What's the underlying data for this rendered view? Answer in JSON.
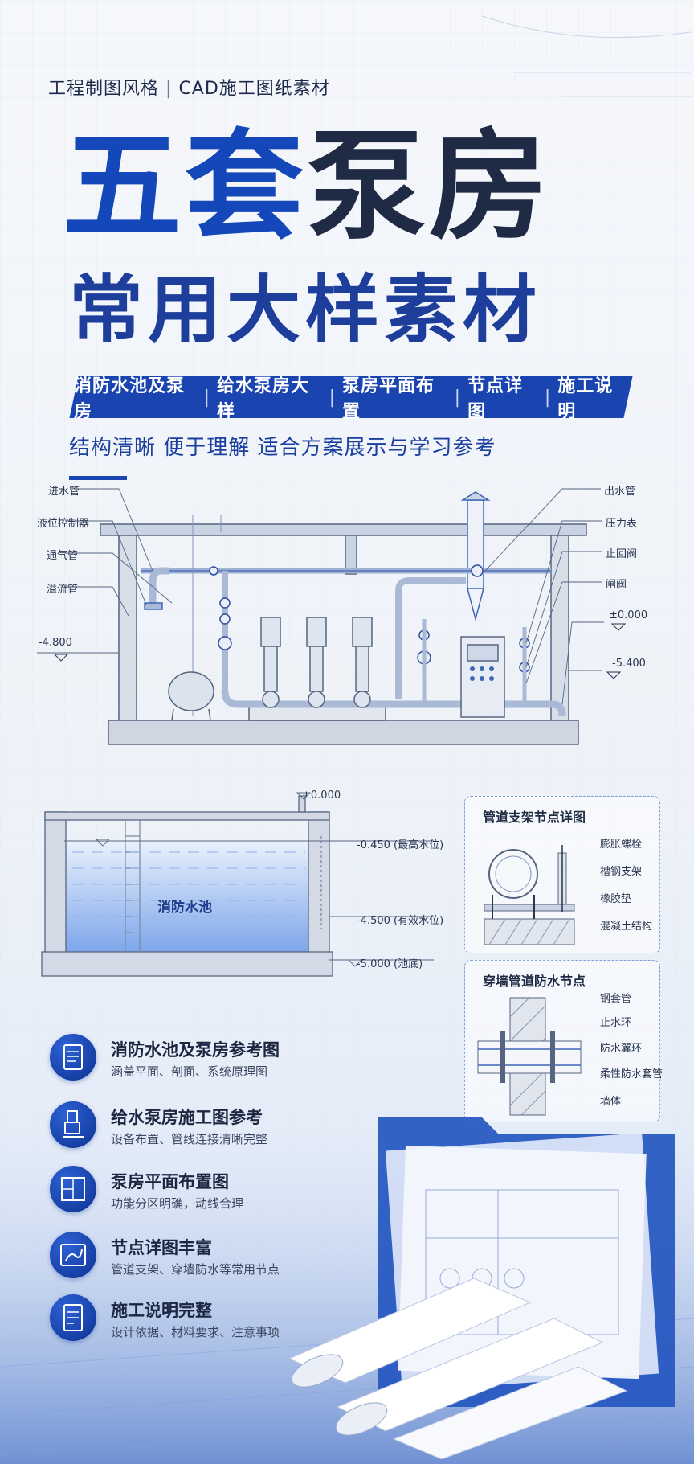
{
  "header": {
    "tag_left": "工程制图风格",
    "tag_sep": "|",
    "tag_right": "CAD施工图纸素材",
    "title_blue": "五套",
    "title_dark": "泵房",
    "title_line2": "常用大样素材"
  },
  "band": {
    "items": [
      "消防水池及泵房",
      "给水泵房大样",
      "泵房平面布置",
      "节点详图",
      "施工说明"
    ],
    "sep": "|"
  },
  "subtitle": "结构清晰  便于理解  适合方案展示与学习参考",
  "pump_diagram": {
    "left_labels": [
      "进水管",
      "液位控制器",
      "通气管",
      "溢流管",
      "-4.800"
    ],
    "right_labels": [
      "出水管",
      "压力表",
      "止回阀",
      "闸阀",
      "±0.000",
      "-5.400"
    ]
  },
  "pool_diagram": {
    "top_level": "±0.000",
    "name": "消防水池",
    "levels": [
      "-0.450 (最高水位)",
      "-4.500 (有效水位)",
      "-5.000 (池底)"
    ]
  },
  "support_panel": {
    "title": "管道支架节点详图",
    "labels": [
      "膨胀螺栓",
      "槽钢支架",
      "橡胶垫",
      "混凝土结构"
    ]
  },
  "wall_panel": {
    "title": "穿墙管道防水节点",
    "labels": [
      "钢套管",
      "止水环",
      "防水翼环",
      "柔性防水套管",
      "墙体"
    ]
  },
  "features": [
    {
      "title": "消防水池及泵房参考图",
      "desc": "涵盖平面、剖面、系统原理图",
      "icon": "drawing-sheet-icon"
    },
    {
      "title": "给水泵房施工图参考",
      "desc": "设备布置、管线连接清晰完整",
      "icon": "pump-icon"
    },
    {
      "title": "泵房平面布置图",
      "desc": "功能分区明确，动线合理",
      "icon": "floor-plan-icon"
    },
    {
      "title": "节点详图丰富",
      "desc": "管道支架、穿墙防水等常用节点",
      "icon": "pipe-detail-icon"
    },
    {
      "title": "施工说明完整",
      "desc": "设计依据、材料要求、注意事项",
      "icon": "document-icon"
    }
  ],
  "colors": {
    "accent_blue": "#1a45b0",
    "dark_navy": "#1f2b44",
    "line_blue": "#3e66b8"
  }
}
